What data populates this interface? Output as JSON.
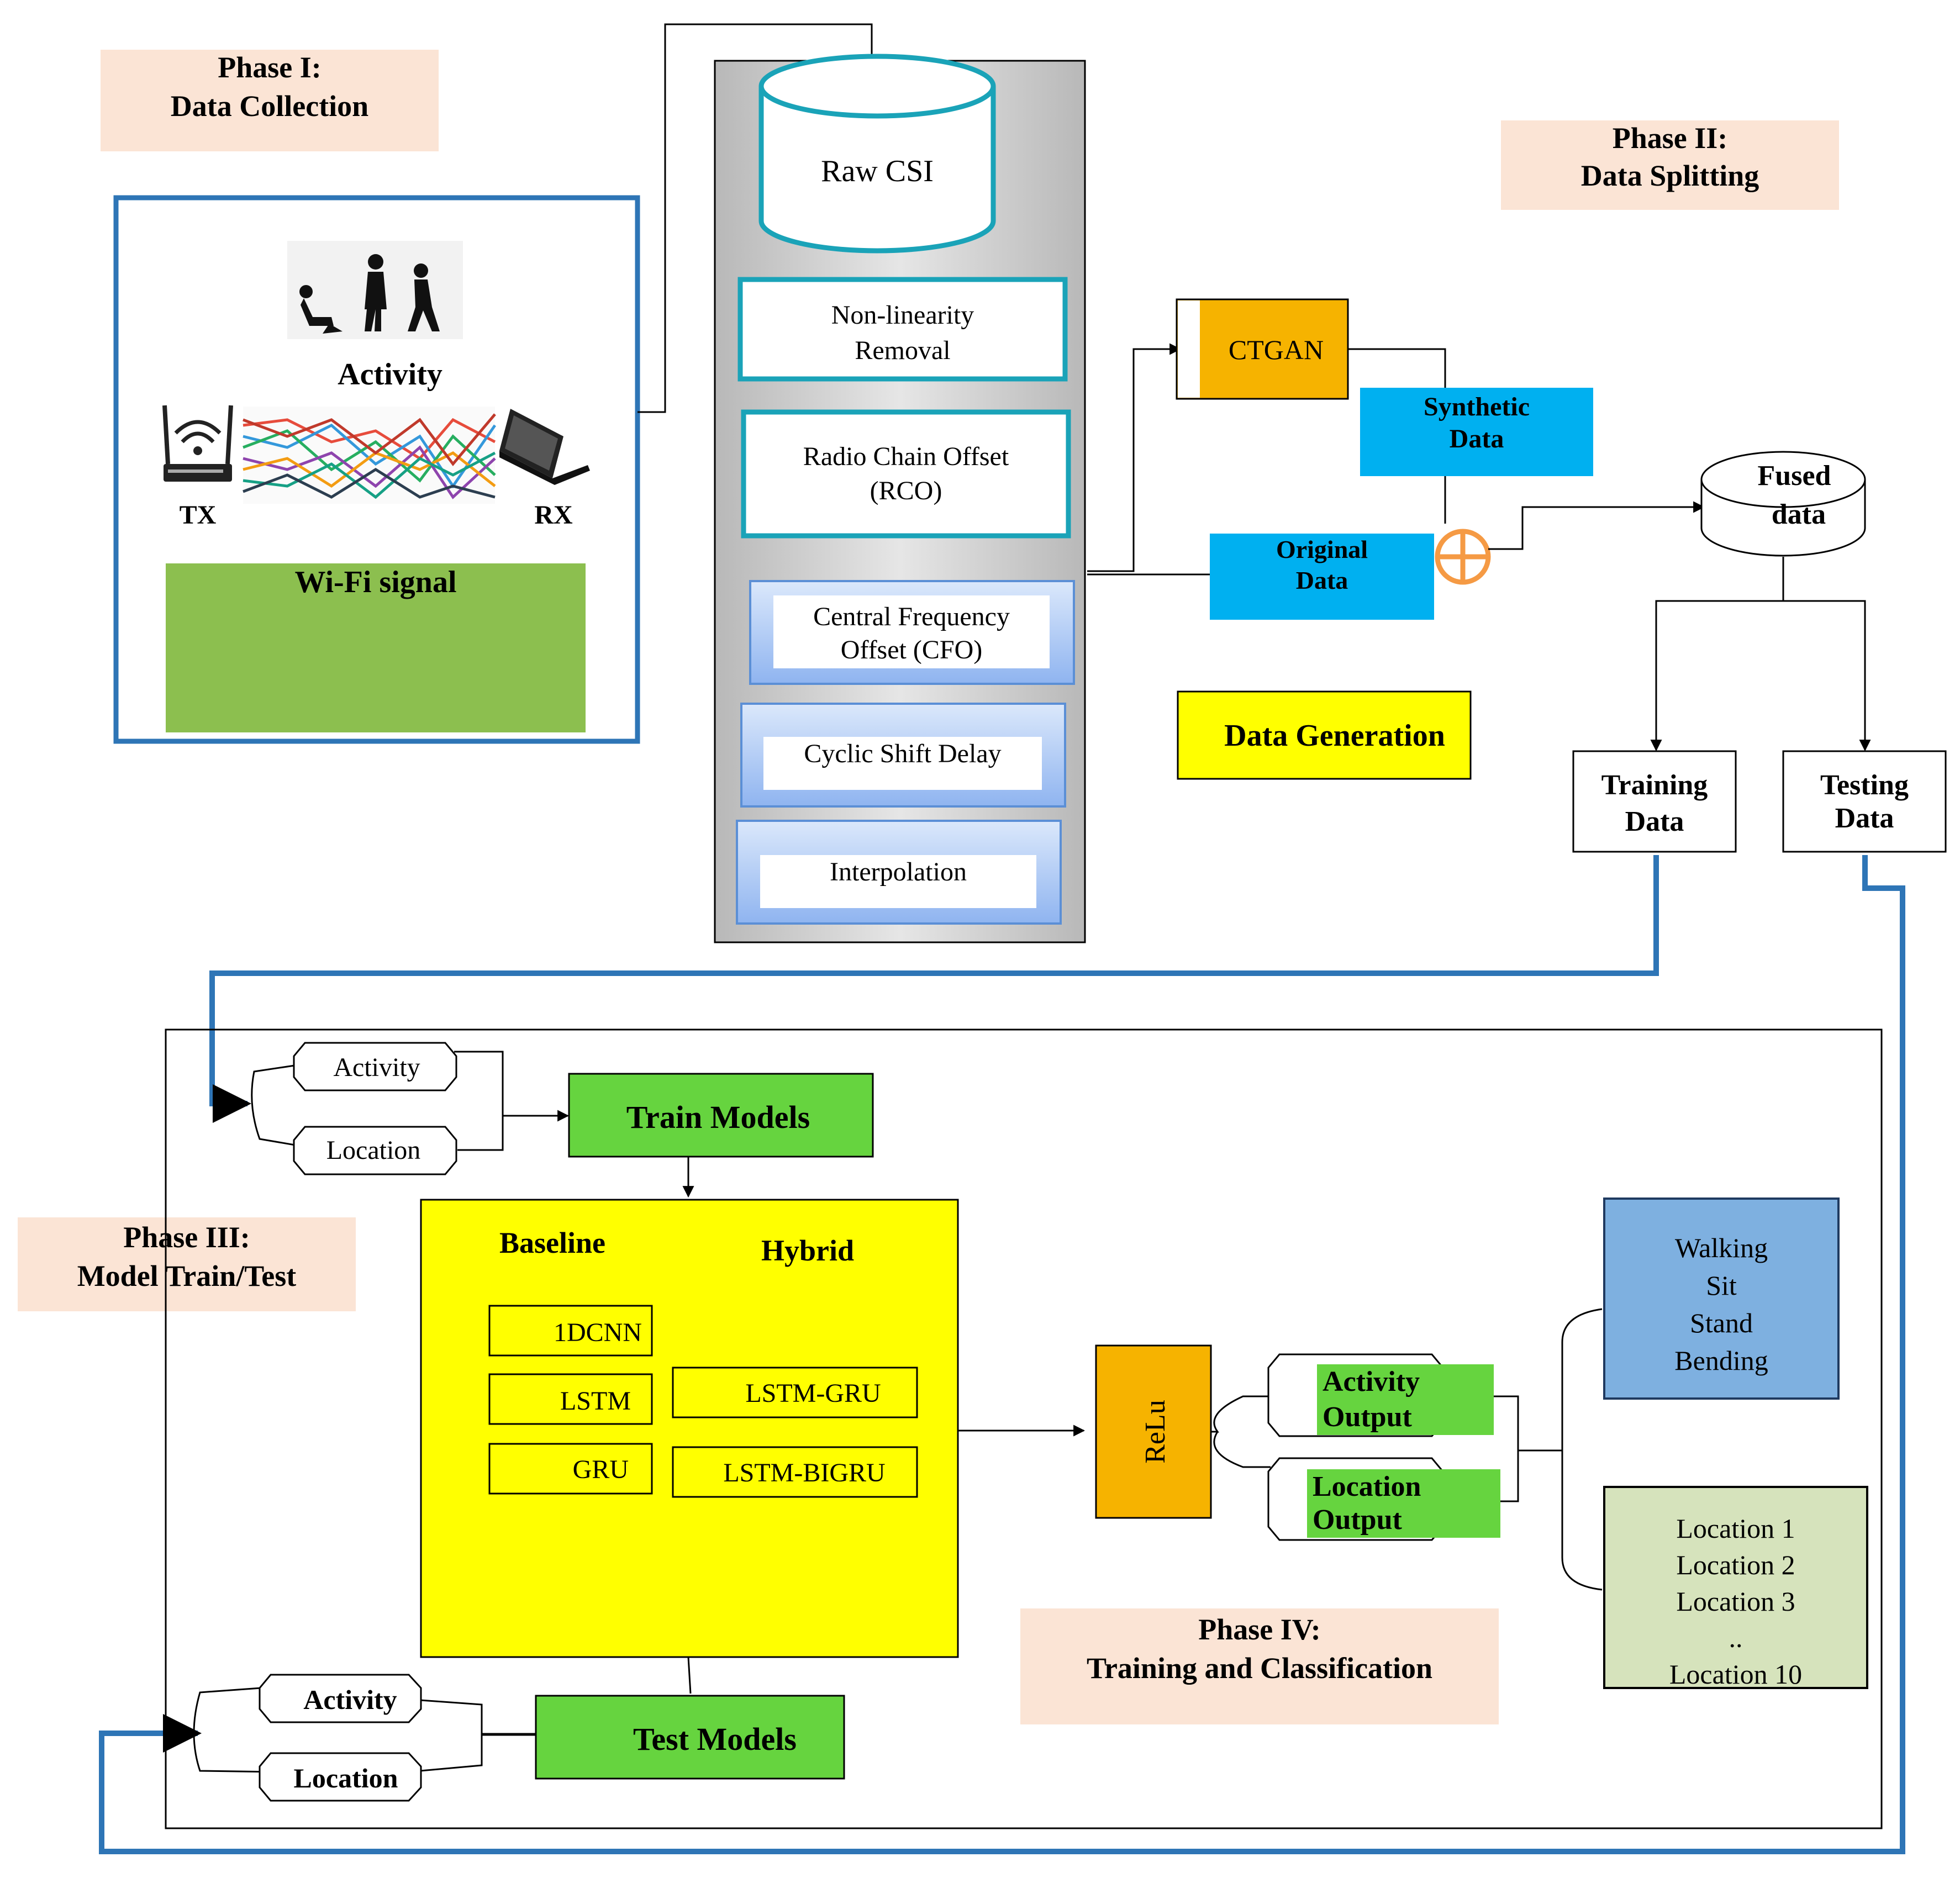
{
  "phases": {
    "phase1": {
      "line1": "Phase I:",
      "line2": "Data Collection"
    },
    "phase2": {
      "line1": "Phase II:",
      "line2": "Data Splitting"
    },
    "phase3": {
      "line1": "Phase III:",
      "line2": "Model Train/Test"
    },
    "phase4": {
      "line1": "Phase IV:",
      "line2": "Training and Classification"
    }
  },
  "collection": {
    "activity": "Activity",
    "tx": "TX",
    "rx": "RX",
    "wifi": "Wi-Fi signal"
  },
  "preprocessing": {
    "raw_csi": "Raw CSI",
    "nonlinearity": {
      "line1": "Non-linearity",
      "line2": "Removal"
    },
    "rco": {
      "line1": "Radio Chain Offset",
      "line2": "(RCO)"
    },
    "cfo": {
      "line1": "Central Frequency",
      "line2": "Offset (CFO)"
    },
    "csd": "Cyclic Shift Delay",
    "interp": "Interpolation"
  },
  "generation": {
    "ctgan": "CTGAN",
    "synthetic": {
      "line1": "Synthetic",
      "line2": "Data"
    },
    "original": {
      "line1": "Original",
      "line2": "Data"
    },
    "fused": {
      "line1": "Fused",
      "line2": "data"
    },
    "label": "Data Generation"
  },
  "splitting": {
    "training": {
      "line1": "Training",
      "line2": "Data"
    },
    "testing": {
      "line1": "Testing",
      "line2": "Data"
    }
  },
  "models": {
    "input_activity": "Activity",
    "input_location": "Location",
    "train": "Train Models",
    "baseline": "Baseline",
    "hybrid": "Hybrid",
    "baseline_items": [
      "1DCNN",
      "LSTM",
      "GRU"
    ],
    "hybrid_items": [
      "LSTM-GRU",
      "LSTM-BIGRU"
    ],
    "relu": "ReLu",
    "activity_output": {
      "line1": "Activity",
      "line2": "Output"
    },
    "location_output": {
      "line1": "Location",
      "line2": "Output"
    },
    "test": "Test Models",
    "test_activity": "Activity",
    "test_location": "Location"
  },
  "classes": {
    "activities": [
      "Walking",
      "Sit",
      "Stand",
      "Bending"
    ],
    "locations": [
      "Location 1",
      "Location 2",
      "Location 3",
      "..",
      "Location 10"
    ]
  },
  "colors": {
    "phase_bg": "#fbe4d5",
    "blue_line": "#2e75b6",
    "teal": "#1aa3b8",
    "gray_panel": "#d9d9d9",
    "orange": "#f6b300",
    "cyan": "#00b0f0",
    "yellow": "#ffff00",
    "green": "#66d43f",
    "wifi_green": "#8cbf4f",
    "class_blue": "#7eb0e0",
    "class_green": "#d6e3bc",
    "xor_orange": "#f59a44"
  }
}
